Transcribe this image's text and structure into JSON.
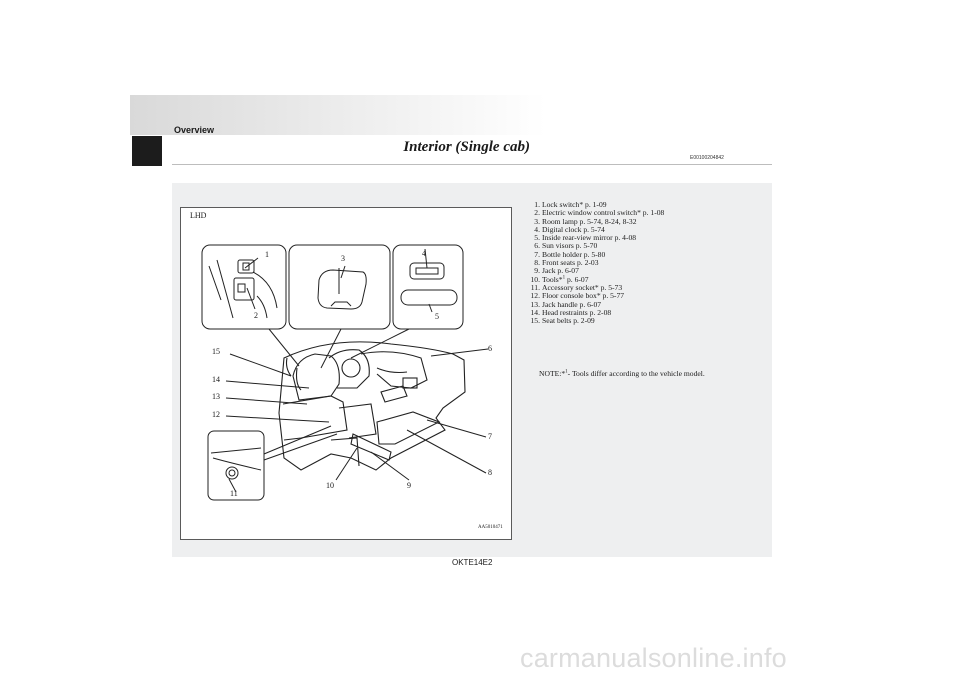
{
  "header": {
    "section": "Overview",
    "title": "Interior (Single cab)",
    "doc_code": "E00100204842"
  },
  "figure": {
    "variant_label": "LHD",
    "figure_code": "AA5010471",
    "callouts": [
      "1",
      "2",
      "3",
      "4",
      "5",
      "6",
      "7",
      "8",
      "9",
      "10",
      "11",
      "12",
      "13",
      "14",
      "15"
    ]
  },
  "items": [
    {
      "num": "1.",
      "text": "Lock switch* p. 1-09"
    },
    {
      "num": "2.",
      "text": "Electric window control switch* p. 1-08"
    },
    {
      "num": "3.",
      "text": "Room lamp p. 5-74, 8-24, 8-32"
    },
    {
      "num": "4.",
      "text": "Digital clock p. 5-74"
    },
    {
      "num": "5.",
      "text": "Inside rear-view mirror p. 4-08"
    },
    {
      "num": "6.",
      "text": "Sun visors p. 5-70"
    },
    {
      "num": "7.",
      "text": "Bottle holder p. 5-80"
    },
    {
      "num": "8.",
      "text": "Front seats p. 2-03"
    },
    {
      "num": "9.",
      "text": "Jack p. 6-07"
    },
    {
      "num": "10.",
      "text": "Tools*",
      "sup": "1",
      "text_after": " p. 6-07"
    },
    {
      "num": "11.",
      "text": "Accessory socket* p. 5-73"
    },
    {
      "num": "12.",
      "text": "Floor console box* p. 5-77"
    },
    {
      "num": "13.",
      "text": "Jack handle p. 6-07"
    },
    {
      "num": "14.",
      "text": "Head restraints p. 2-08"
    },
    {
      "num": "15.",
      "text": "Seat belts p. 2-09"
    }
  ],
  "note": {
    "lead": "NOTE:*",
    "sup": "1",
    "text": "- Tools differ according to the vehicle model."
  },
  "footer": {
    "code": "OKTE14E2"
  },
  "watermark": "carmanualsonline.info"
}
